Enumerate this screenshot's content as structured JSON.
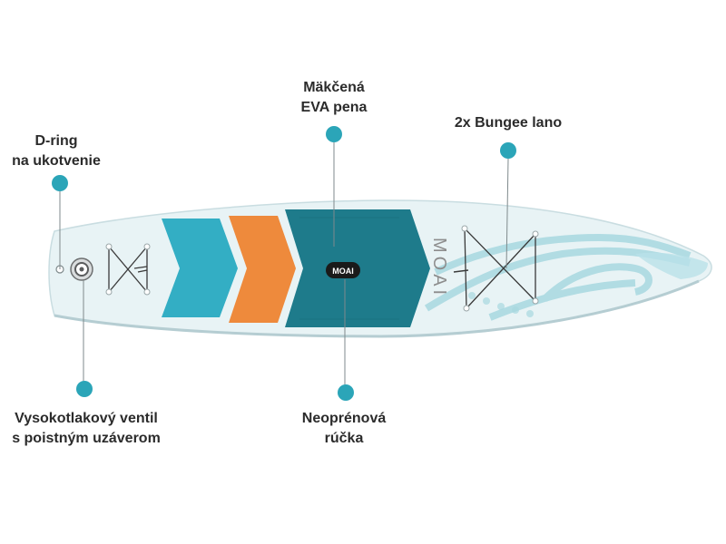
{
  "brand": "MOAI",
  "handle_logo": "MOAI",
  "callouts": {
    "d_ring": {
      "line1": "D-ring",
      "line2": "na ukotvenie"
    },
    "eva": {
      "line1": "Mäkčená",
      "line2": "EVA pena"
    },
    "bungee": {
      "line1": "2x Bungee lano"
    },
    "valve": {
      "line1": "Vysokotlakový ventil",
      "line2": "s poistným uzáverom"
    },
    "handle": {
      "line1": "Neoprénová",
      "line2": "rúčka"
    }
  },
  "colors": {
    "accent_dot": "#2ba5b8",
    "board_body": "#e8f3f5",
    "pad_light": "#33aec4",
    "pad_orange": "#ee8a3c",
    "pad_dark": "#1e7b8b",
    "wave_pattern": "#a8d8e0"
  }
}
